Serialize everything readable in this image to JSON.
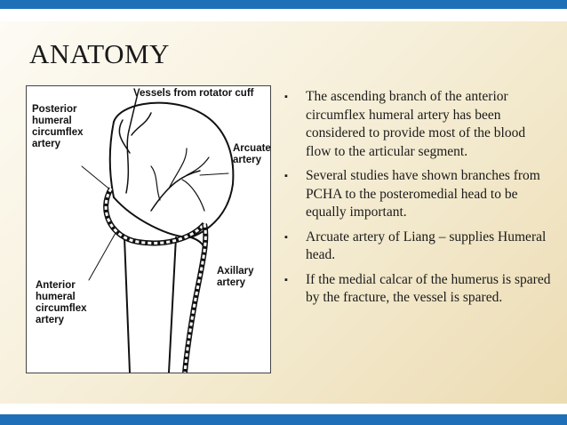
{
  "slide": {
    "title": "ANATOMY",
    "figure": {
      "labels": {
        "vessels_from_rotator_cuff": "Vessels from rotator cuff",
        "posterior_humeral_circumflex_artery": "Posterior\nhumeral\ncircumflex\nartery",
        "arcuate_artery": "Arcuate\nartery",
        "anterior_humeral_circumflex_artery": "Anterior\nhumeral\ncircumflex\nartery",
        "axillary_artery": "Axillary\nartery"
      }
    },
    "bullet_marker": "▪",
    "bullets": [
      "The ascending branch of the  anterior circumflex humeral  artery          has been considered to  provide most of the blood flow  to the articular segment.",
      "Several studies have shown branches from PCHA to the posteromedial head to be  equally important.",
      "Arcuate artery of Liang – supplies Humeral head.",
      "If the medial calcar of the  humerus is spared by the  fracture, the vessel is spared."
    ]
  }
}
